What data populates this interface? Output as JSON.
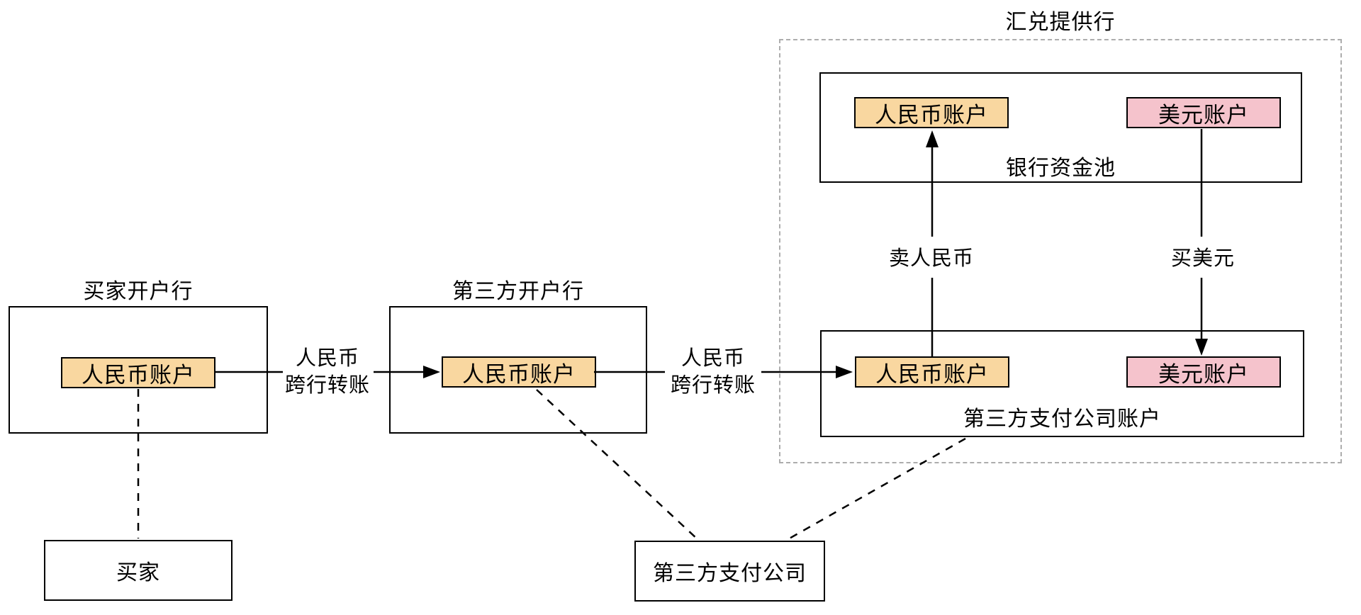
{
  "diagram": {
    "background": "#ffffff",
    "colors": {
      "rmb_fill": "#F9D7A0",
      "usd_fill": "#F5C3CC",
      "stroke": "#000000",
      "container_dash": "#ADADAD"
    },
    "buyer_bank": {
      "title": "买家开户行",
      "rmb_account": "人民币账户"
    },
    "third_party_bank": {
      "title": "第三方开户行",
      "rmb_account": "人民币账户"
    },
    "exchange_provider": {
      "title": "汇兑提供行",
      "bank_pool": {
        "label": "银行资金池",
        "rmb_account": "人民币账户",
        "usd_account": "美元账户"
      },
      "tp_payment_account": {
        "label": "第三方支付公司账户",
        "rmb_account": "人民币账户",
        "usd_account": "美元账户"
      }
    },
    "buyer": {
      "label": "买家"
    },
    "payment_company": {
      "label": "第三方支付公司"
    },
    "edges": {
      "transfer1": {
        "line1": "人民币",
        "line2": "跨行转账"
      },
      "transfer2": {
        "line1": "人民币",
        "line2": "跨行转账"
      },
      "sell_rmb": {
        "label": "卖人民币"
      },
      "buy_usd": {
        "label": "买美元"
      }
    }
  }
}
